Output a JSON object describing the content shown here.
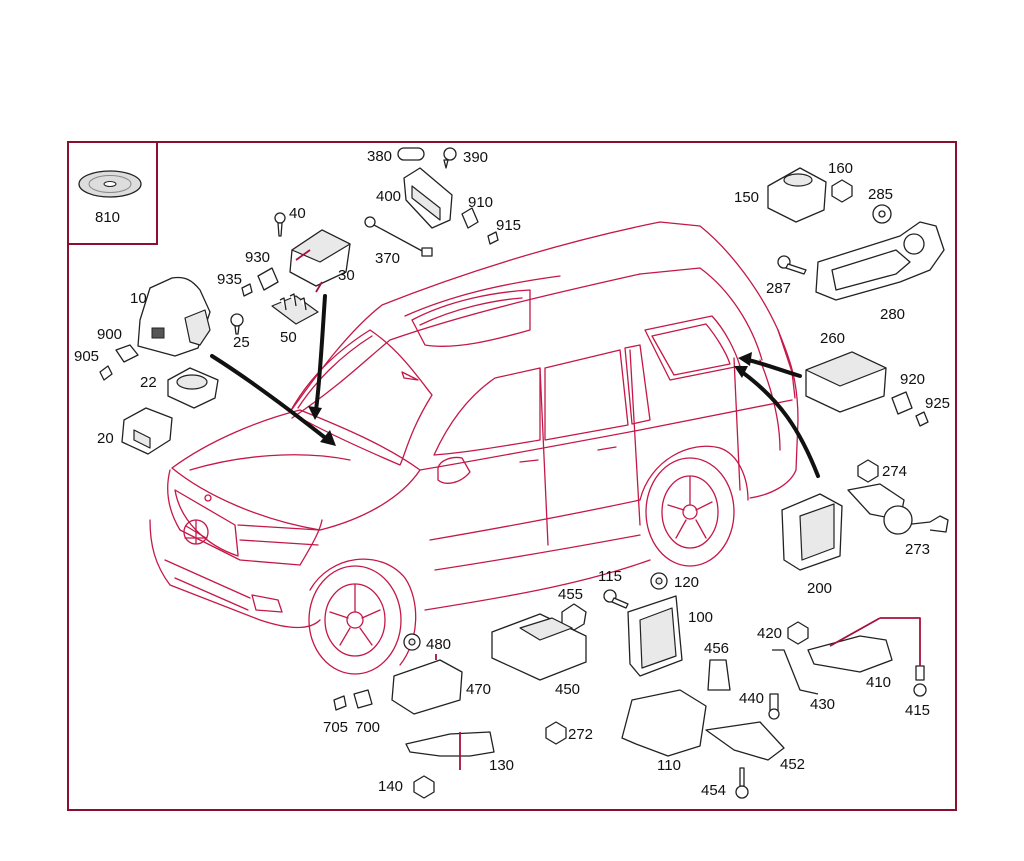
{
  "diagram": {
    "part_numbers": {
      "p810": "810",
      "p10": "10",
      "p900": "900",
      "p905": "905",
      "p22": "22",
      "p20": "20",
      "p40": "40",
      "p930": "930",
      "p935": "935",
      "p25": "25",
      "p50": "50",
      "p30": "30",
      "p380": "380",
      "p390": "390",
      "p400": "400",
      "p910": "910",
      "p915": "915",
      "p370": "370",
      "p150": "150",
      "p160": "160",
      "p285": "285",
      "p287": "287",
      "p280": "280",
      "p260": "260",
      "p920": "920",
      "p925": "925",
      "p274": "274",
      "p273": "273",
      "p200": "200",
      "p115": "115",
      "p120": "120",
      "p455": "455",
      "p100": "100",
      "p456": "456",
      "p420": "420",
      "p410": "410",
      "p415": "415",
      "p440": "440",
      "p430": "430",
      "p480": "480",
      "p470": "470",
      "p450": "450",
      "p705": "705",
      "p700": "700",
      "p272": "272",
      "p110": "110",
      "p452": "452",
      "p130": "130",
      "p140": "140",
      "p454": "454"
    },
    "colors": {
      "frame": "#8a1030",
      "vehicle_outline": "#c41848",
      "parts": "#222222",
      "arrows": "#111111"
    },
    "icons": [
      "cd-disc-icon",
      "vehicle-outline",
      "control-unit",
      "bracket",
      "screw",
      "nut",
      "connector"
    ]
  }
}
